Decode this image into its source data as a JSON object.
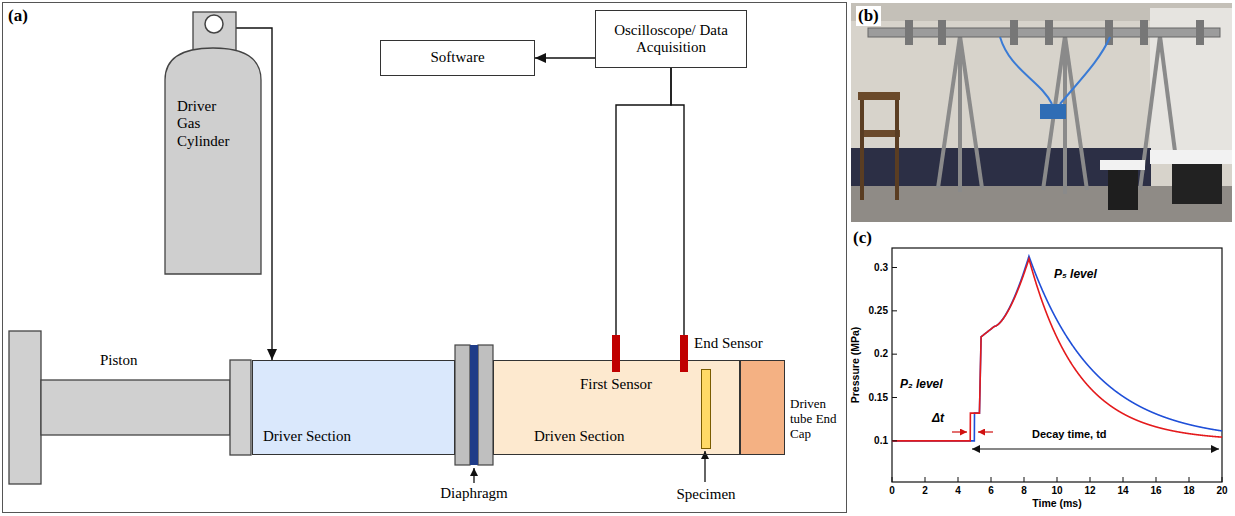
{
  "diagram": {
    "nodes": [
      {
        "text": [
          "Driver Gas Cylinder"
        ]
      },
      {
        "text": [
          "Software"
        ]
      },
      {
        "text": [
          "Oscilloscope/ Data Acquisition"
        ]
      },
      {
        "text": [
          "Piston"
        ]
      },
      {
        "text": [
          "Driver Section"
        ]
      },
      {
        "text": [
          "Diaphragm"
        ]
      },
      {
        "text": [
          "Driven Section"
        ]
      },
      {
        "text": [
          "First Sensor"
        ]
      },
      {
        "text": [
          "End Sensor"
        ]
      },
      {
        "text": [
          "Specimen"
        ],
        "in": 6
      },
      {
        "text": [
          "Driven tube End Cap"
        ]
      }
    ],
    "edges": [
      {
        "from": 0,
        "to": 4,
        "arrow": "to"
      },
      {
        "from": 2,
        "to": 1,
        "arrow": "to"
      },
      {
        "from": 7,
        "to": 2,
        "arrow": "none"
      },
      {
        "from": 8,
        "to": 2,
        "arrow": "none"
      }
    ],
    "labels": [
      "(a)",
      "(b)",
      "(c)",
      "P₅ level",
      "P₂ level",
      "Δt",
      "Decay time, td",
      "Pressure (MPa)",
      "Time (ms)",
      "0.1",
      "0.15",
      "0.2",
      "0.25",
      "0.3",
      "0",
      "2",
      "4",
      "6",
      "8",
      "10",
      "12",
      "14",
      "16",
      "18",
      "20"
    ]
  }
}
